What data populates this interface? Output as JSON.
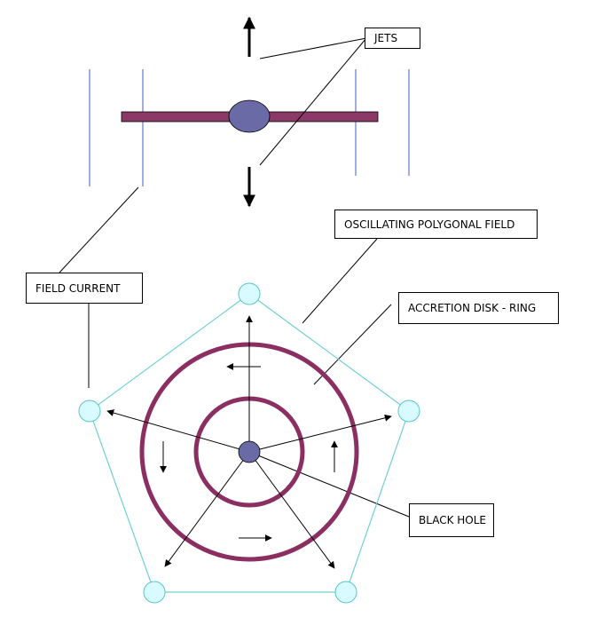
{
  "labels": {
    "jets": "JETS",
    "oscillating_field": "OSCILLATING POLYGONAL FIELD",
    "field_current": "FIELD CURRENT",
    "accretion_disk": "ACCRETION DISK - RING",
    "black_hole": "BLACK HOLE"
  },
  "colors": {
    "disk": "#8b2e62",
    "disk_edge_view": "#8b3a68",
    "black_hole": "#6a6aa6",
    "polygon_line": "#6fd0d8",
    "node_fill": "#d8fbff",
    "field_current_lines": "#3f5fbf",
    "arrows": "#000000"
  }
}
